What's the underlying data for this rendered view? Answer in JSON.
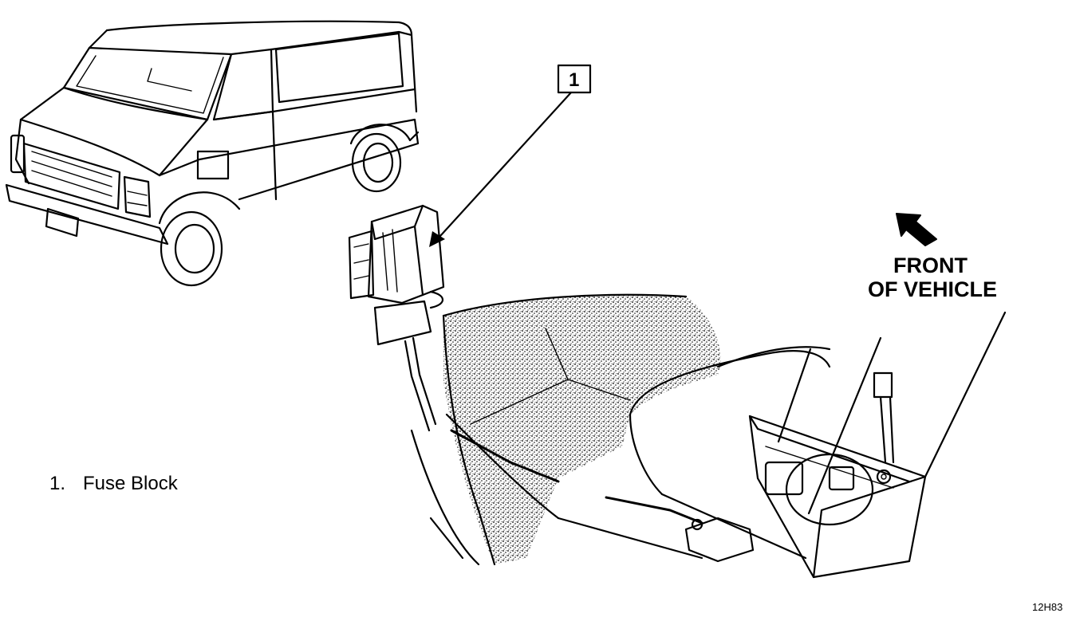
{
  "callout": {
    "number": "1"
  },
  "direction": {
    "line1": "FRONT",
    "line2": "OF VEHICLE"
  },
  "legend": {
    "items": [
      {
        "number": "1.",
        "label": "Fuse Block"
      }
    ]
  },
  "figure_code": "12H83",
  "icons": {
    "van": "van-illustration",
    "fuse_block": "fuse-block-illustration",
    "floor": "floor-console-illustration",
    "front_arrow": "direction-arrow"
  }
}
